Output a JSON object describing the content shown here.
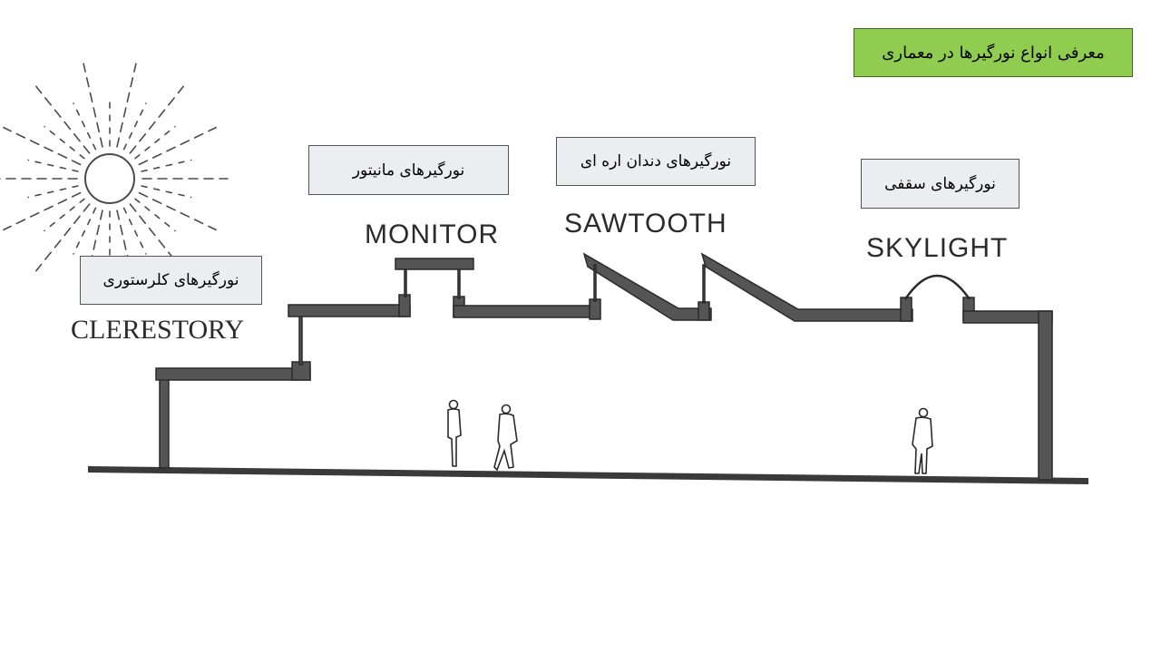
{
  "title": "معرفی انواع نورگیرها در معماری",
  "labels": {
    "clerestory_fa": "نورگیرهای کلرستوری",
    "clerestory_en": "CLERESTORY",
    "monitor_fa": "نورگیرهای مانیتور",
    "monitor_en": "MONITOR",
    "sawtooth_fa": "نورگیرهای دندان اره ای",
    "sawtooth_en": "SAWTOOTH",
    "skylight_fa": "نورگیرهای سقفی",
    "skylight_en": "SKYLIGHT"
  },
  "colors": {
    "title_background": "#8fcc4f",
    "label_background": "#ecedf0",
    "structure": "#3a3a3a",
    "section_fill": "#555555"
  },
  "icons": [
    "sun-icon",
    "person-icon"
  ]
}
